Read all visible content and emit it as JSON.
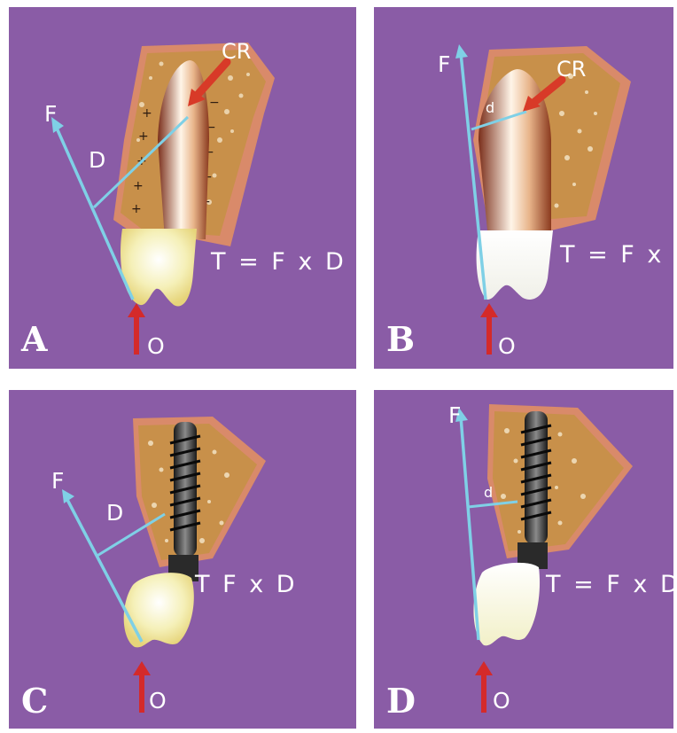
{
  "panels": [
    {
      "letter": "A",
      "equation": "T = F x D",
      "force": "F",
      "distance": "D",
      "origin": "O",
      "center": "CR"
    },
    {
      "letter": "B",
      "equation": "T = F x D",
      "force": "F",
      "distance": "d",
      "origin": "O",
      "center": "CR"
    },
    {
      "letter": "C",
      "equation": "T F x D",
      "force": "F",
      "distance": "D",
      "origin": "O"
    },
    {
      "letter": "D",
      "equation": "T = F x D",
      "force": "F",
      "distance": "d",
      "origin": "O"
    }
  ],
  "colors": {
    "background": "#8a5ca6",
    "force_vector": "#7fd0e6",
    "occlusal_arrow": "#d42a2a",
    "bone": "#c8904a",
    "gingiva": "#d98a6a",
    "crown": "#f3efb0"
  }
}
